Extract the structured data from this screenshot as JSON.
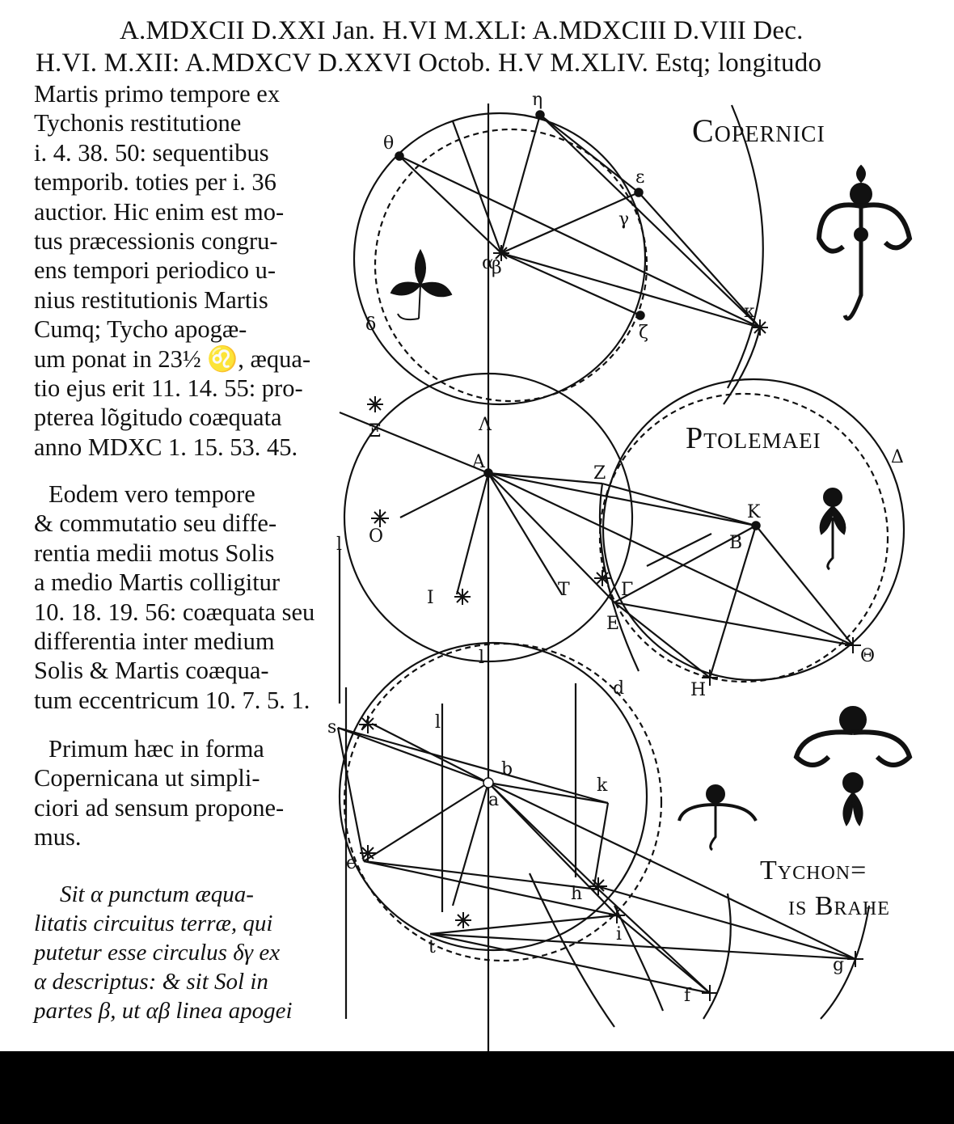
{
  "header": {
    "line1": "A.MDXCII D.XXI Jan. H.VI M.XLI: A.MDXCIII D.VIII Dec.",
    "line2": "H.VI. M.XII: A.MDXCV D.XXVI Octob. H.V M.XLIV. Estq; longitudo"
  },
  "body": {
    "paragraph1": [
      "Martis primo tempore ex",
      "Tychonis restitutione",
      "i. 4. 38. 50: sequentibus",
      "temporib. toties per i. 36",
      "auctior. Hic enim est mo-",
      "tus præcessionis congru-",
      "ens tempori periodico u-",
      "nius restitutionis Martis",
      "Cumq; Tycho apogæ-",
      "um ponat in 23½ ♌, æqua-",
      "tio ejus erit 11. 14. 55: pro-",
      "pterea lõgitudo coæquata",
      "anno MDXC 1. 15. 53. 45."
    ],
    "paragraph2": [
      "Eodem vero tempore",
      "& commutatio seu diffe-",
      "rentia medii motus Solis",
      "a medio Martis colligitur",
      "10. 18. 19. 56: coæquata seu",
      "differentia inter medium",
      "Solis & Martis coæqua-",
      "tum eccentricum 10. 7. 5. 1."
    ],
    "paragraph3": [
      "Primum hæc in forma",
      "Copernicana ut simpli-",
      "ciori ad sensum propone-",
      "mus."
    ],
    "paragraph4": [
      "Sit α punctum æqua-",
      "litatis circuitus terræ, qui",
      "putetur esse circulus δγ ex",
      "α descriptus: & sit Sol in",
      "partes β, ut αβ linea apogei"
    ]
  },
  "figure": {
    "labels": {
      "copernici": "Copernici",
      "ptolemaei": "Ptolemaei",
      "tychonis_1": "Tychon=",
      "tychonis_2": "is Brahe"
    },
    "points": {
      "theta_top": "θ",
      "eta_top": "η",
      "epsilon_top": "ε",
      "gamma_top": "γ",
      "alpha": "α",
      "beta": "β",
      "kappa_top": "κ",
      "zeta": "ζ",
      "delta": "δ",
      "xi": "Ξ",
      "lambda_upper": "Λ",
      "A": "A",
      "O": "O",
      "I": "I",
      "T": "T",
      "K": "K",
      "B": "B",
      "Gamma": "Γ",
      "E": "E",
      "H": "H",
      "Theta": "Θ",
      "Delta": "Δ",
      "Z": "Ζ",
      "s": "s",
      "b": "b",
      "a": "a",
      "k": "k",
      "e": "e",
      "t": "t",
      "i": "i",
      "g": "g",
      "f": "f",
      "h": "h",
      "d": "d",
      "l1": "l",
      "l2": "l",
      "l3": "l"
    }
  },
  "colors": {
    "ink": "#111111",
    "paper": "#ffffff",
    "band": "#000000"
  }
}
